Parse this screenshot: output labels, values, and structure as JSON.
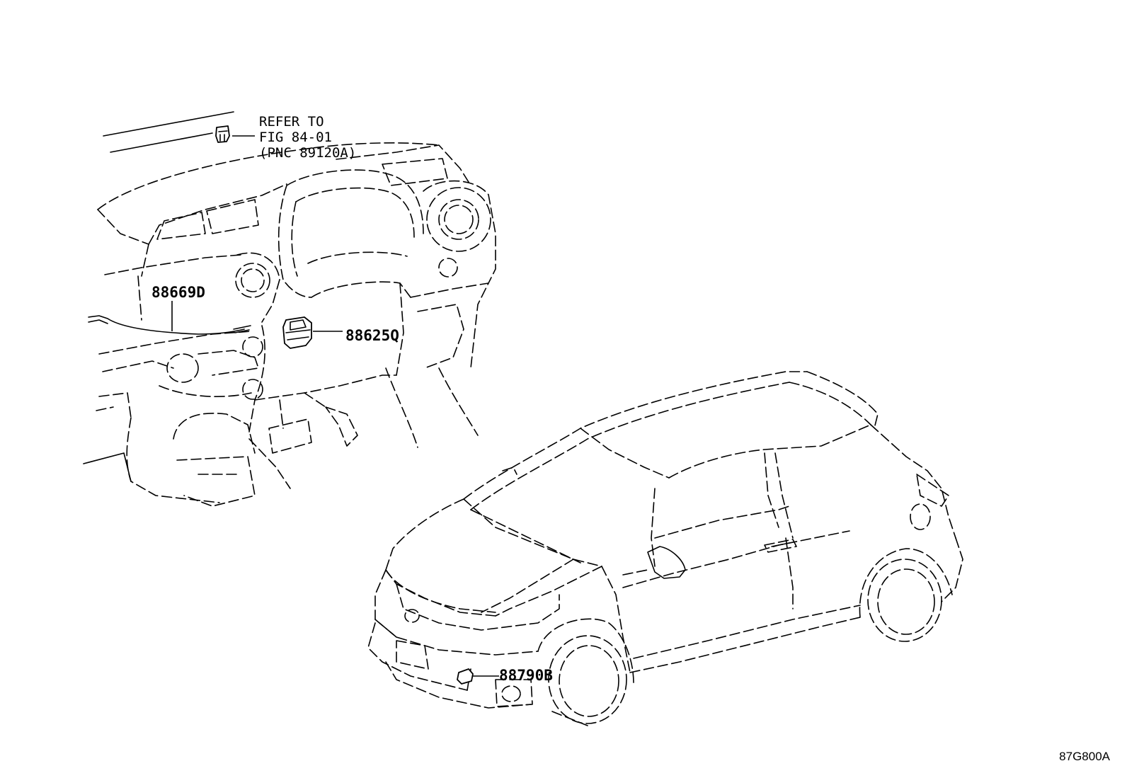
{
  "callouts": {
    "refer_line1": "REFER TO",
    "refer_line2": "FIG 84-01",
    "refer_line3": "(PNC 89120A)",
    "p88669d": "88669D",
    "p88625q": "88625Q",
    "p88790b": "88790B"
  },
  "figure_code": "87G800A"
}
